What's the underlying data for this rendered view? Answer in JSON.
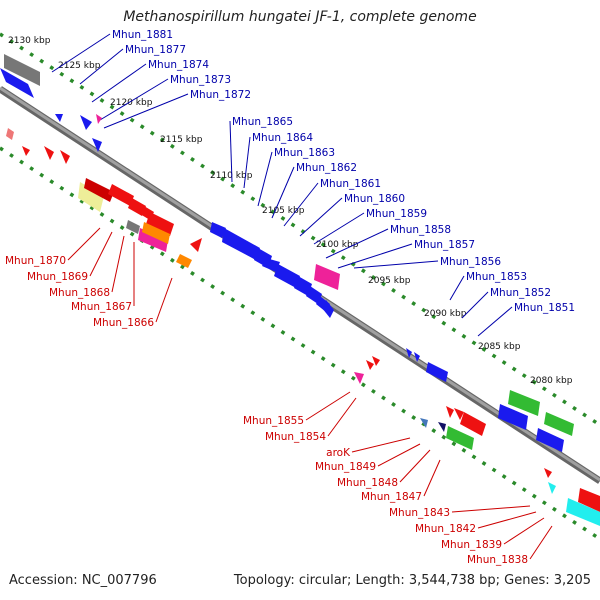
{
  "title": "Methanospirillum hungatei JF-1, complete genome",
  "footer": {
    "accession": "Accession: NC_007796",
    "summary": "Topology: circular; Length: 3,544,738 bp; Genes: 3,205"
  },
  "colors": {
    "backbone": "#808080",
    "ruler": "#2a8a2a",
    "top_label": "#0000aa",
    "bottom_label": "#cc0000",
    "cds_blue": "#1a1aee",
    "cds_red": "#ee1111",
    "cds_green": "#33bb33",
    "cds_gray": "#777777",
    "cds_pink": "#ee2299",
    "cds_orange": "#ff8800",
    "cds_khaki": "#eeee99",
    "cds_cyan": "#22eeee",
    "cds_darkblue": "#111166",
    "cds_steel": "#4477bb"
  },
  "kbp_ticks": [
    "2130 kbp",
    "2125 kbp",
    "2120 kbp",
    "2115 kbp",
    "2110 kbp",
    "2105 kbp",
    "2100 kbp",
    "2095 kbp",
    "2090 kbp",
    "2085 kbp",
    "2080 kbp"
  ],
  "top_labels": [
    "Mhun_1881",
    "Mhun_1877",
    "Mhun_1874",
    "Mhun_1873",
    "Mhun_1872",
    "Mhun_1865",
    "Mhun_1864",
    "Mhun_1863",
    "Mhun_1862",
    "Mhun_1861",
    "Mhun_1860",
    "Mhun_1859",
    "Mhun_1858",
    "Mhun_1857",
    "Mhun_1856",
    "Mhun_1853",
    "Mhun_1852",
    "Mhun_1851"
  ],
  "bottom_labels": [
    "Mhun_1870",
    "Mhun_1869",
    "Mhun_1868",
    "Mhun_1867",
    "Mhun_1866",
    "Mhun_1855",
    "Mhun_1854",
    "aroK",
    "Mhun_1849",
    "Mhun_1848",
    "Mhun_1847",
    "Mhun_1843",
    "Mhun_1842",
    "Mhun_1839",
    "Mhun_1838"
  ]
}
